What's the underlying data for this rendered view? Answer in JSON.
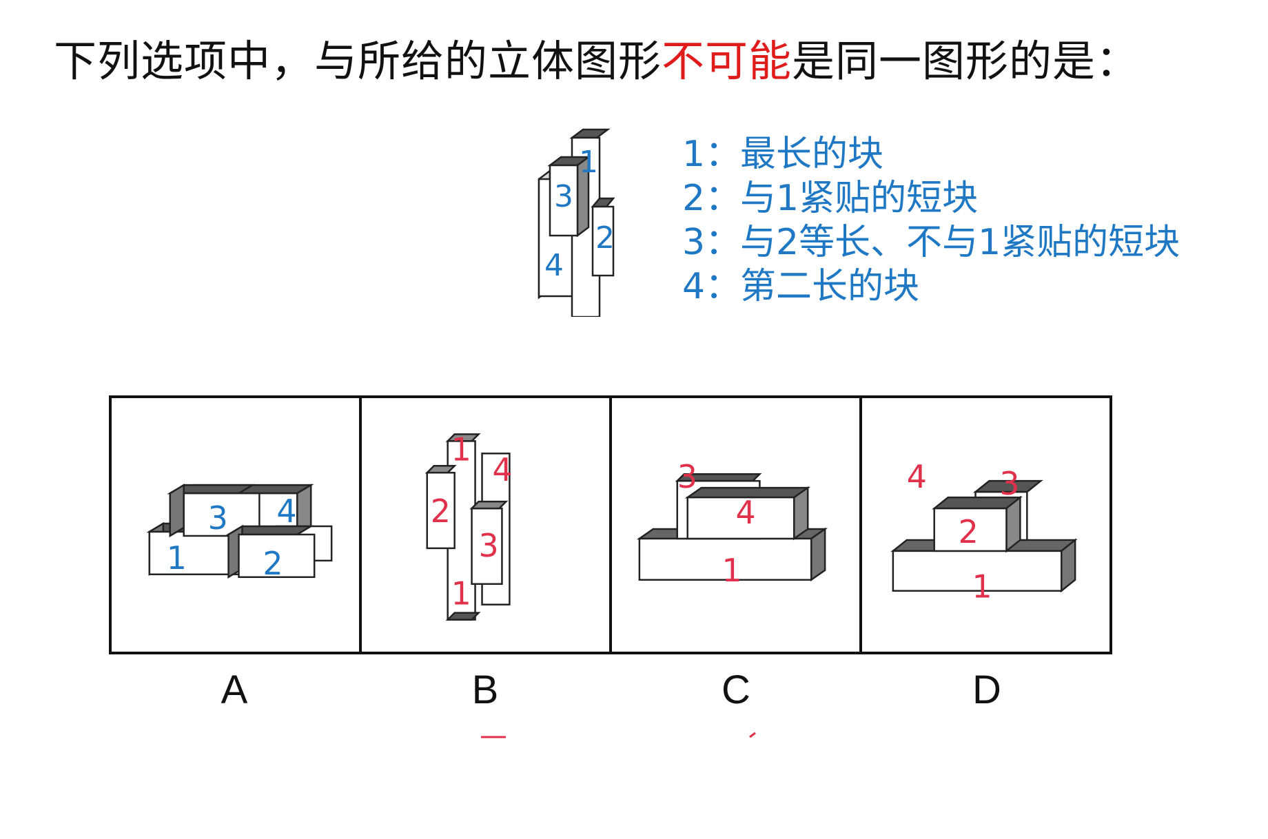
{
  "title": {
    "part1": "下列选项中，与所给的立体图形",
    "highlight": "不可能",
    "part2": "是同一图形的是："
  },
  "figure_labels": [
    "1",
    "2",
    "3",
    "4"
  ],
  "legend": [
    {
      "num": "1：",
      "text": "最长的块"
    },
    {
      "num": "2：",
      "text": "与1紧贴的短块"
    },
    {
      "num": "3：",
      "text": "与2等长、不与1紧贴的短块"
    },
    {
      "num": "4：",
      "text": "第二长的块"
    }
  ],
  "options": [
    {
      "letter": "A",
      "labels": [
        "3",
        "4",
        "1",
        "2"
      ]
    },
    {
      "letter": "B",
      "labels": [
        "1",
        "4",
        "2",
        "3",
        "1"
      ]
    },
    {
      "letter": "C",
      "labels": [
        "3",
        "4",
        "1"
      ]
    },
    {
      "letter": "D",
      "labels": [
        "4",
        "3",
        "2",
        "1"
      ]
    }
  ],
  "colors": {
    "label_blue": "#1f78c4",
    "annotation_red": "#e0304a",
    "highlight_red": "#e01b1b"
  }
}
